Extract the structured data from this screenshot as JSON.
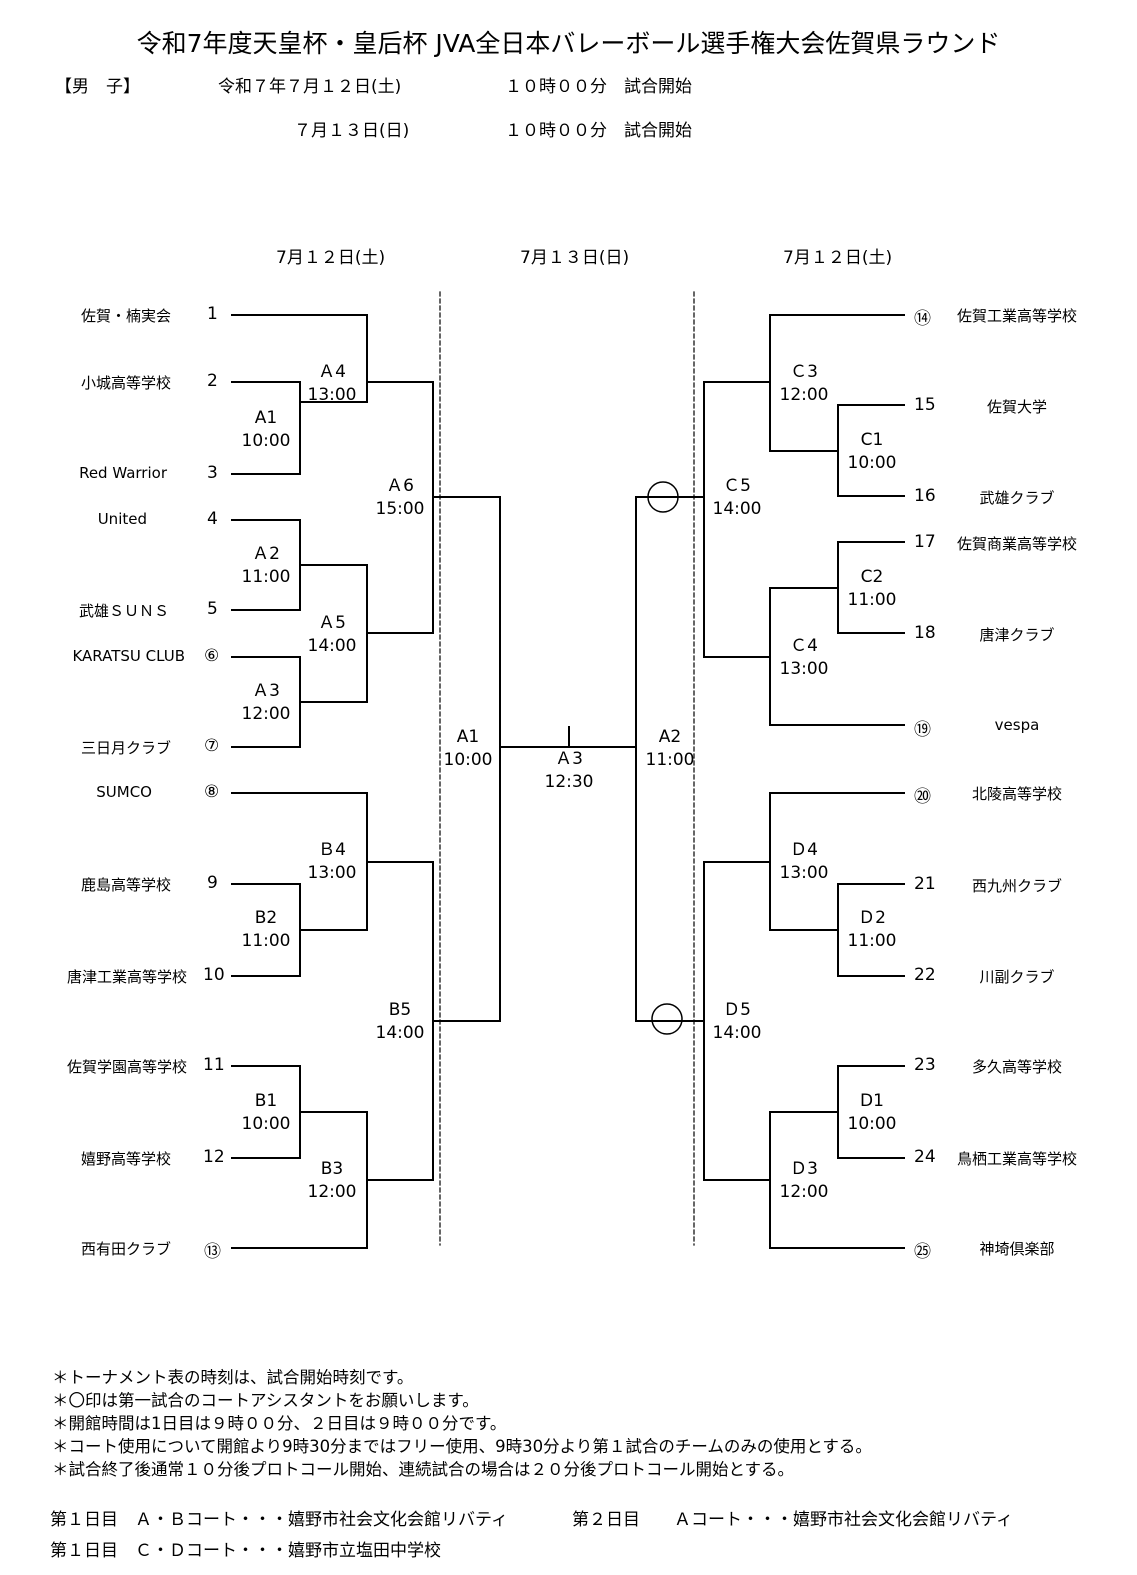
{
  "title": "令和7年度天皇杯・皇后杯 JVA全日本バレーボール選手権大会佐賀県ラウンド",
  "header": {
    "category": "【男　子】",
    "day1_date": "令和７年７月１２日(土)",
    "day1_time": "１０時００分　試合開始",
    "day2_date": "７月１３日(日)",
    "day2_time": "１０時００分　試合開始"
  },
  "columns": {
    "left": "7月１２日(土)",
    "center": "7月１３日(日)",
    "right": "7月１２日(土)"
  },
  "left_teams": [
    {
      "name": "佐賀・楠実会",
      "num": "1"
    },
    {
      "name": "小城高等学校",
      "num": "2"
    },
    {
      "name": "Red Warrior",
      "num": "3"
    },
    {
      "name": "United",
      "num": "4"
    },
    {
      "name": "武雄ＳＵＮＳ",
      "num": "5"
    },
    {
      "name": "KARATSU CLUB",
      "num": "⑥"
    },
    {
      "name": "三日月クラブ",
      "num": "⑦"
    },
    {
      "name": "SUMCO",
      "num": "⑧"
    },
    {
      "name": "鹿島高等学校",
      "num": "9"
    },
    {
      "name": "唐津工業高等学校",
      "num": "10"
    },
    {
      "name": "佐賀学園高等学校",
      "num": "11"
    },
    {
      "name": "嬉野高等学校",
      "num": "12"
    },
    {
      "name": "西有田クラブ",
      "num": "⑬"
    }
  ],
  "right_teams": [
    {
      "name": "佐賀工業高等学校",
      "num": "⑭"
    },
    {
      "name": "佐賀大学",
      "num": "15"
    },
    {
      "name": "武雄クラブ",
      "num": "16"
    },
    {
      "name": "佐賀商業高等学校",
      "num": "17"
    },
    {
      "name": "唐津クラブ",
      "num": "18"
    },
    {
      "name": "vespa",
      "num": "⑲"
    },
    {
      "name": "北陵高等学校",
      "num": "⑳"
    },
    {
      "name": "西九州クラブ",
      "num": "21"
    },
    {
      "name": "川副クラブ",
      "num": "22"
    },
    {
      "name": "多久高等学校",
      "num": "23"
    },
    {
      "name": "鳥栖工業高等学校",
      "num": "24"
    },
    {
      "name": "神埼倶楽部",
      "num": "㉕"
    }
  ],
  "matches": {
    "A1": {
      "label": "A1",
      "time": "10:00"
    },
    "A2": {
      "label": "Ａ2",
      "time": "11:00"
    },
    "A3": {
      "label": "Ａ3",
      "time": "12:00"
    },
    "A4": {
      "label": "Ａ4",
      "time": "13:00"
    },
    "A5": {
      "label": "Ａ5",
      "time": "14:00"
    },
    "A6": {
      "label": "Ａ6",
      "time": "15:00"
    },
    "B1": {
      "label": "B1",
      "time": "10:00"
    },
    "B2": {
      "label": "B2",
      "time": "11:00"
    },
    "B3": {
      "label": "B3",
      "time": "12:00"
    },
    "B4": {
      "label": "Ｂ4",
      "time": "13:00"
    },
    "B5": {
      "label": "B5",
      "time": "14:00"
    },
    "C1": {
      "label": "C1",
      "time": "10:00"
    },
    "C2": {
      "label": "C2",
      "time": "11:00"
    },
    "C3": {
      "label": "Ｃ3",
      "time": "12:00"
    },
    "C4": {
      "label": "Ｃ4",
      "time": "13:00"
    },
    "C5": {
      "label": "Ｃ5",
      "time": "14:00"
    },
    "D1": {
      "label": "D1",
      "time": "10:00"
    },
    "D2": {
      "label": "Ｄ2",
      "time": "11:00"
    },
    "D3": {
      "label": "Ｄ3",
      "time": "12:00"
    },
    "D4": {
      "label": "Ｄ4",
      "time": "13:00"
    },
    "D5": {
      "label": "Ｄ5",
      "time": "14:00"
    },
    "F_A1": {
      "label": "A1",
      "time": "10:00"
    },
    "F_A2": {
      "label": "A2",
      "time": "11:00"
    },
    "F_A3": {
      "label": "Ａ3",
      "time": "12:30"
    }
  },
  "notes": [
    "＊トーナメント表の時刻は、試合開始時刻です。",
    "＊〇印は第一試合のコートアシスタントをお願いします。",
    "＊開館時間は1日目は９時００分、２日目は９時００分です。",
    "＊コート使用について開館より9時30分まではフリー使用、9時30分より第１試合のチームのみの使用とする。",
    "＊試合終了後通常１０分後プロトコール開始、連続試合の場合は２０分後プロトコール開始とする。"
  ],
  "venues": {
    "day1_ab": "第１日目　Ａ・Ｂコート・・・嬉野市社会文化会館リバティ",
    "day2_a": "第２日目　　Ａコート・・・嬉野市社会文化会館リバティ",
    "day1_cd": "第１日目　Ｃ・Ｄコート・・・嬉野市立塩田中学校"
  }
}
